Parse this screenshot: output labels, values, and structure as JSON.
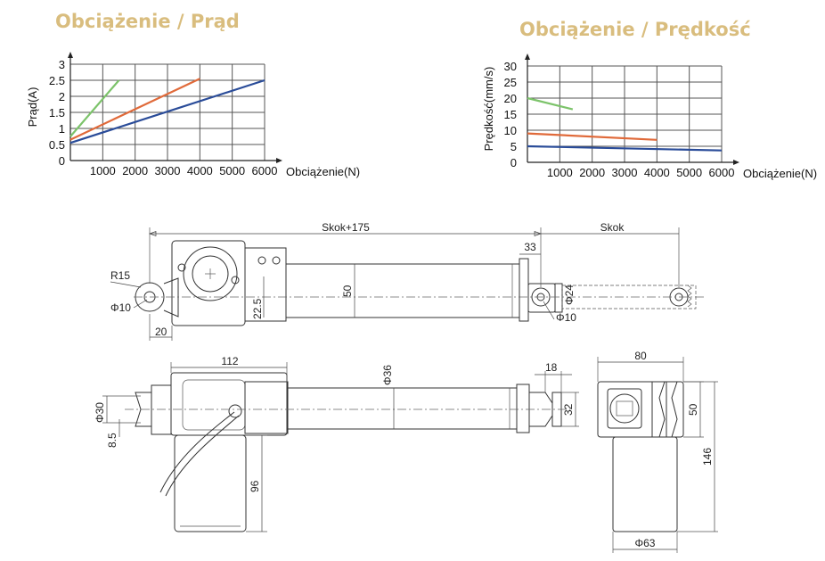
{
  "chart_data": [
    {
      "type": "line",
      "title": "Obciążenie / Prąd",
      "xlabel": "Obciążenie(N)",
      "ylabel": "Prąd(A)",
      "xlim": [
        0,
        6000
      ],
      "ylim": [
        0,
        3
      ],
      "x_ticks": [
        "1000",
        "2000",
        "3000",
        "4000",
        "5000",
        "6000"
      ],
      "y_ticks": [
        "0",
        "0.5",
        "1",
        "1.5",
        "2",
        "2.5",
        "3"
      ],
      "grid": true,
      "legend": "none",
      "series": [
        {
          "color": "#7cc36a",
          "x": [
            0,
            1500
          ],
          "y": [
            0.75,
            2.5
          ]
        },
        {
          "color": "#e06a3a",
          "x": [
            0,
            4000
          ],
          "y": [
            0.65,
            2.55
          ]
        },
        {
          "color": "#2a4c99",
          "x": [
            0,
            6000
          ],
          "y": [
            0.55,
            2.5
          ]
        }
      ]
    },
    {
      "type": "line",
      "title": "Obciążenie / Prędkość",
      "xlabel": "Obciążenie(N)",
      "ylabel": "Prędkość(mm/s)",
      "xlim": [
        0,
        6000
      ],
      "ylim": [
        0,
        30
      ],
      "x_ticks": [
        "1000",
        "2000",
        "3000",
        "4000",
        "5000",
        "6000"
      ],
      "y_ticks": [
        "0",
        "5",
        "10",
        "15",
        "20",
        "25",
        "30"
      ],
      "grid": true,
      "legend": "none",
      "series": [
        {
          "color": "#7cc36a",
          "x": [
            0,
            1400
          ],
          "y": [
            20,
            16.5
          ]
        },
        {
          "color": "#e06a3a",
          "x": [
            0,
            4000
          ],
          "y": [
            9,
            7
          ]
        },
        {
          "color": "#2a4c99",
          "x": [
            0,
            6000
          ],
          "y": [
            5,
            3.7
          ]
        }
      ]
    }
  ],
  "drawing": {
    "dimensions": {
      "stroke_plus": "Skok+175",
      "stroke": "Skok",
      "d33": "33",
      "r15": "R15",
      "phi10_left": "Φ10",
      "d20": "20",
      "d22_5": "22.5",
      "d50_body": "50",
      "phi24": "Φ24",
      "phi10_right": "Φ10",
      "d112": "112",
      "phi36": "Φ36",
      "d18": "18",
      "d32": "32",
      "phi30": "Φ30",
      "d8_5": "8.5",
      "d96": "96",
      "d80": "80",
      "d50_side": "50",
      "d146": "146",
      "phi63": "Φ63"
    }
  }
}
